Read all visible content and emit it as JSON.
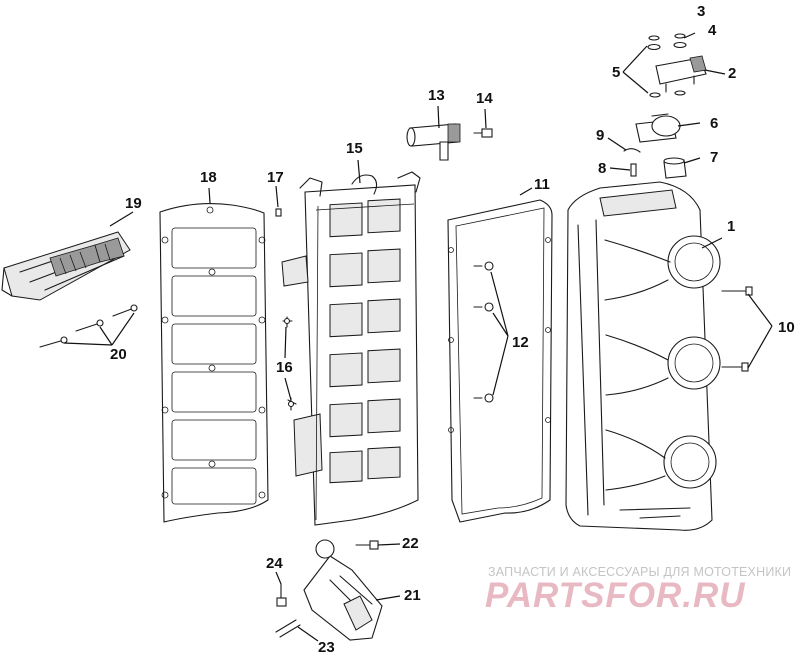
{
  "callouts": {
    "c1": "1",
    "c2": "2",
    "c3": "3",
    "c4": "4",
    "c5": "5",
    "c6": "6",
    "c7": "7",
    "c8": "8",
    "c9": "9",
    "c10": "10",
    "c11": "11",
    "c12": "12",
    "c13": "13",
    "c14": "14",
    "c15": "15",
    "c16": "16",
    "c17": "17",
    "c18": "18",
    "c19": "19",
    "c20": "20",
    "c21": "21",
    "c22": "22",
    "c23": "23",
    "c24": "24"
  },
  "watermark": {
    "caption": "ЗАПЧАСТИ И АКСЕССУАРЫ ДЛЯ МОТОТЕХНИКИ",
    "logo": "PARTSFOR.RU"
  }
}
